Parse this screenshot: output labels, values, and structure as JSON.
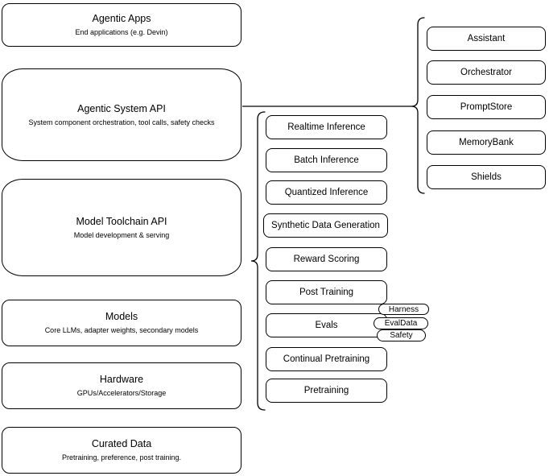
{
  "colors": {
    "background": "#ffffff",
    "stroke": "#000000",
    "text": "#000000"
  },
  "left_column": {
    "boxes": [
      {
        "title": "Agentic Apps",
        "subtitle": "End applications (e.g. Devin)"
      },
      {
        "title": "Agentic System API",
        "subtitle": "System component orchestration, tool calls, safety checks"
      },
      {
        "title": "Model Toolchain API",
        "subtitle": "Model development & serving"
      },
      {
        "title": "Models",
        "subtitle": "Core LLMs, adapter weights, secondary models"
      },
      {
        "title": "Hardware",
        "subtitle": "GPUs/Accelerators/Storage"
      },
      {
        "title": "Curated Data",
        "subtitle": "Pretraining, preference, post training."
      }
    ]
  },
  "toolchain_column": {
    "boxes": [
      {
        "label": "Realtime Inference"
      },
      {
        "label": "Batch Inference"
      },
      {
        "label": "Quantized Inference"
      },
      {
        "label": "Synthetic Data Generation"
      },
      {
        "label": "Reward Scoring"
      },
      {
        "label": "Post Training"
      },
      {
        "label": "Evals"
      },
      {
        "label": "Continual Pretraining"
      },
      {
        "label": "Pretraining"
      }
    ],
    "eval_tags": [
      {
        "label": "Harness"
      },
      {
        "label": "EvalData"
      },
      {
        "label": "Safety"
      }
    ]
  },
  "system_column": {
    "boxes": [
      {
        "label": "Assistant"
      },
      {
        "label": "Orchestrator"
      },
      {
        "label": "PromptStore"
      },
      {
        "label": "MemoryBank"
      },
      {
        "label": "Shields"
      }
    ]
  }
}
